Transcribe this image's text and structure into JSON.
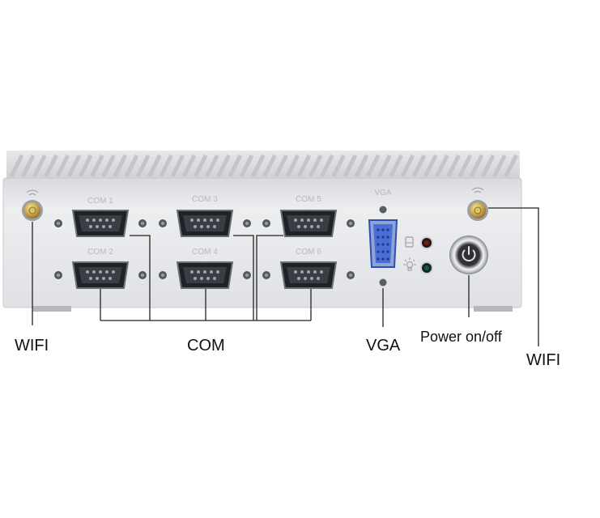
{
  "device": {
    "engraved_labels": {
      "com1": "COM 1",
      "com2": "COM 2",
      "com3": "COM 3",
      "com4": "COM 4",
      "com5": "COM 5",
      "com6": "COM 6",
      "vga": "VGA"
    },
    "colors": {
      "chassis": "#e9eaec",
      "fins": "#c9cbce",
      "serial_port": "#2a2d33",
      "vga_port": "#3f63c9",
      "led_power": "#8b1010",
      "led_hdd": "#0d5a3c",
      "callout_line": "#222222"
    },
    "icons": [
      "wifi-antenna-icon",
      "hdd-icon",
      "light-icon",
      "power-button-icon"
    ]
  },
  "callouts": {
    "wifi_left": "WIFI",
    "com": "COM",
    "vga": "VGA",
    "power": "Power on/off",
    "wifi_right": "WIFI"
  }
}
